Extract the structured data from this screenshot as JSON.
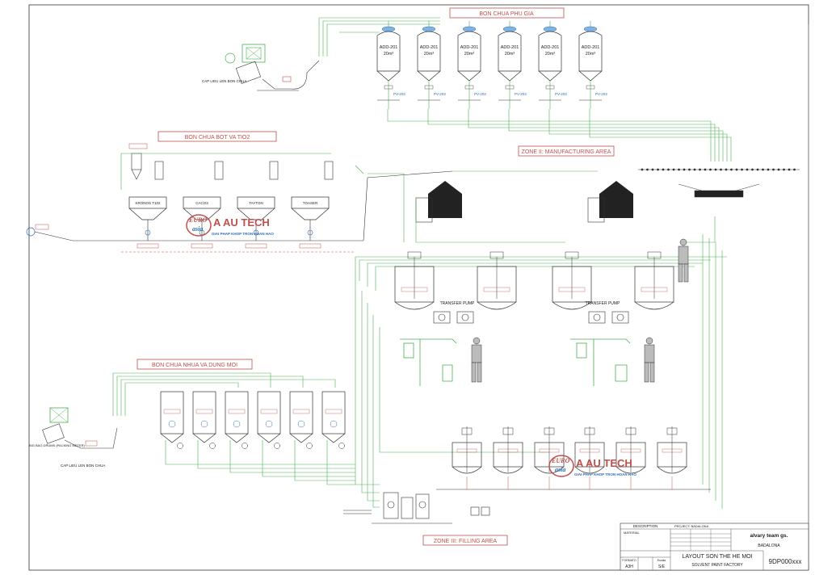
{
  "sections": {
    "additive_tanks": "BON CHUA PHU GIA",
    "powder_tanks": "BON CHUA BOT VA TIO2",
    "resin_solvent_tanks": "BON CHUA NHUA VA DUNG MOI",
    "manufacturing_zone": "ZONE II: MANUFACTURING AREA",
    "filling_zone": "ZONE III: FILLING AREA"
  },
  "additive_tanks": [
    {
      "code": "ADD-201",
      "volume": "20m³",
      "valve": "PV-203"
    },
    {
      "code": "ADD-201",
      "volume": "20m³",
      "valve": "PV-203"
    },
    {
      "code": "ADD-201",
      "volume": "20m³",
      "valve": "PV-203"
    },
    {
      "code": "ADD-201",
      "volume": "20m³",
      "valve": "PV-203"
    },
    {
      "code": "ADD-201",
      "volume": "20m³",
      "valve": "PV-203"
    },
    {
      "code": "ADD-201",
      "volume": "20m³",
      "valve": "PV-203"
    }
  ],
  "powder_hoppers": [
    "KRONOS T102",
    "CACO3",
    "TAYTON",
    "TOASER"
  ],
  "pumps": {
    "transfer_left": "TRANSFER PUMP",
    "transfer_right": "TRANSFER PUMP"
  },
  "notes": {
    "top_left_feed": "CAP LIEU LEN BON CHUA",
    "bottom_left_feed": "CAP LIEU LEN BON CHUA",
    "drum_label": "BIG BAG DRUMS (PACKING METER)"
  },
  "watermark": {
    "brand": "A AU TECH",
    "euro": "EURO",
    "asia": "asia",
    "tagline": "GIAI PHAP KHOP TRON HOAN HAO"
  },
  "title_block": {
    "description_label": "DESCRIPTION",
    "project_label": "PROJECT: BADALONA",
    "material_label": "MATERIAL",
    "company": "alvary team gs.",
    "location": "BADALONA",
    "title": "LAYOUT SON THE HE MOI",
    "subtitle": "SOLVENT PAINT FACTORY",
    "drawing_no": "9DP000xxx",
    "scale_label": "Escala",
    "scale_value": "S/E",
    "format_label": "FORMATO",
    "format_value": "A3H"
  }
}
